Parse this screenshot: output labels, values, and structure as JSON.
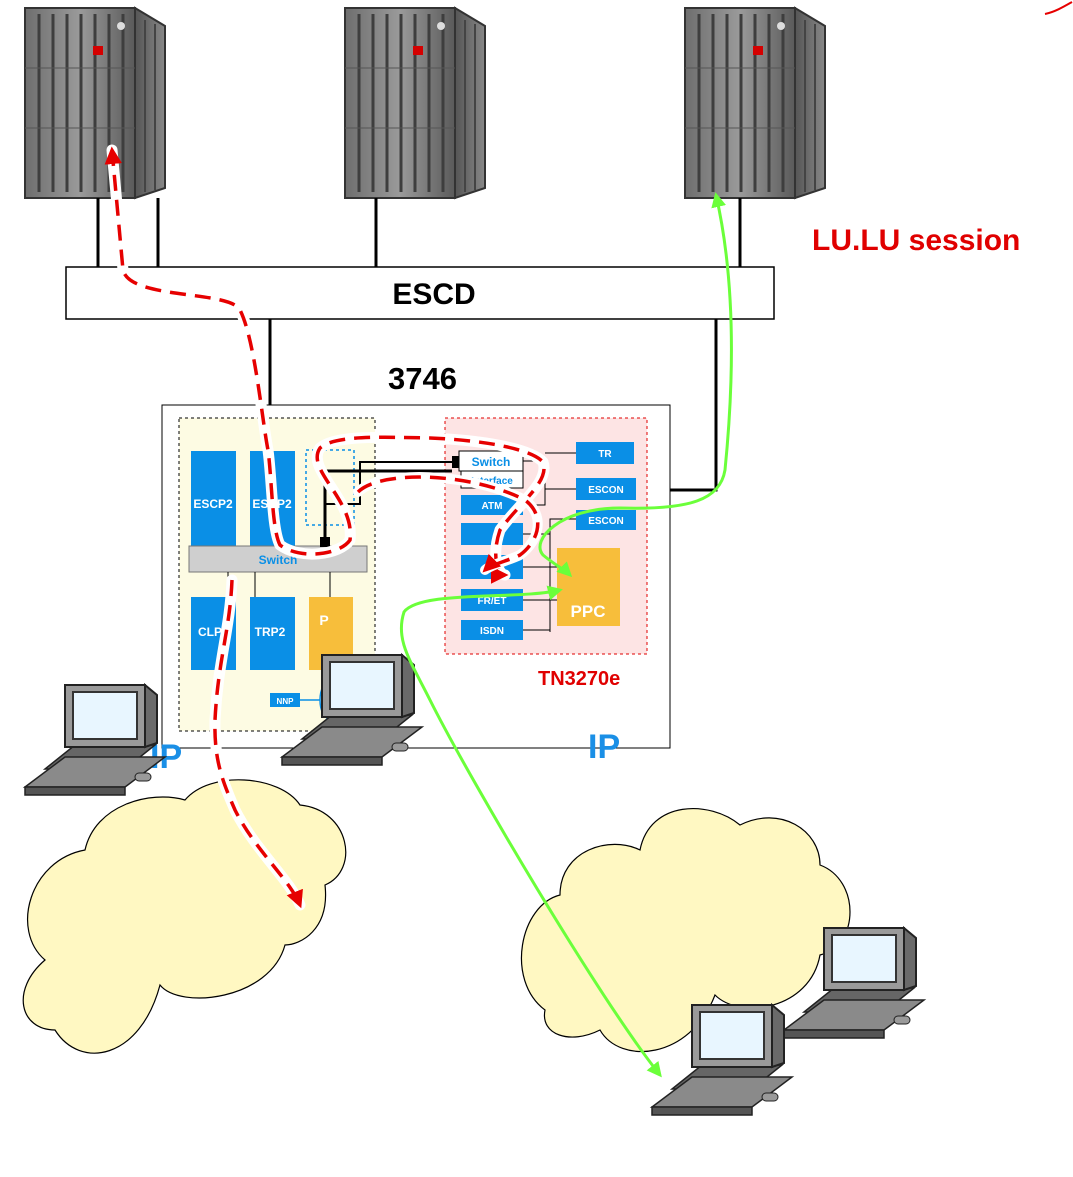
{
  "labels": {
    "session": "LU.LU session",
    "escd": "ESCD",
    "controller": "3746",
    "tn3270e": "TN3270e",
    "ip_left": "IP",
    "ip_right": "IP"
  },
  "left_panel": {
    "escp2_a": "ESCP2",
    "escp2_b": "ESCP2",
    "switch": "Switch",
    "clp": "CLP",
    "trp2": "TRP2",
    "p": "P",
    "nnp": "NNP"
  },
  "right_panel": {
    "switch": "Switch",
    "interface": "Interface",
    "atm": "ATM",
    "tr": "TR",
    "escon_1": "ESCON",
    "escon_2": "ESCON",
    "fr_et": "FR/ET",
    "isdn": "ISDN",
    "ppc": "PPC"
  },
  "colors": {
    "processor_blue": "#0a8fe6",
    "ppc_orange": "#f7be3b",
    "red_path": "#e60000",
    "green_path": "#6bff3a",
    "cloud_fill": "#fff8c2",
    "tn_panel_fill": "#fde4e4",
    "left_panel_fill": "#fdfbe3",
    "label_red": "#e00000",
    "ip_blue": "#1a8fe6"
  }
}
